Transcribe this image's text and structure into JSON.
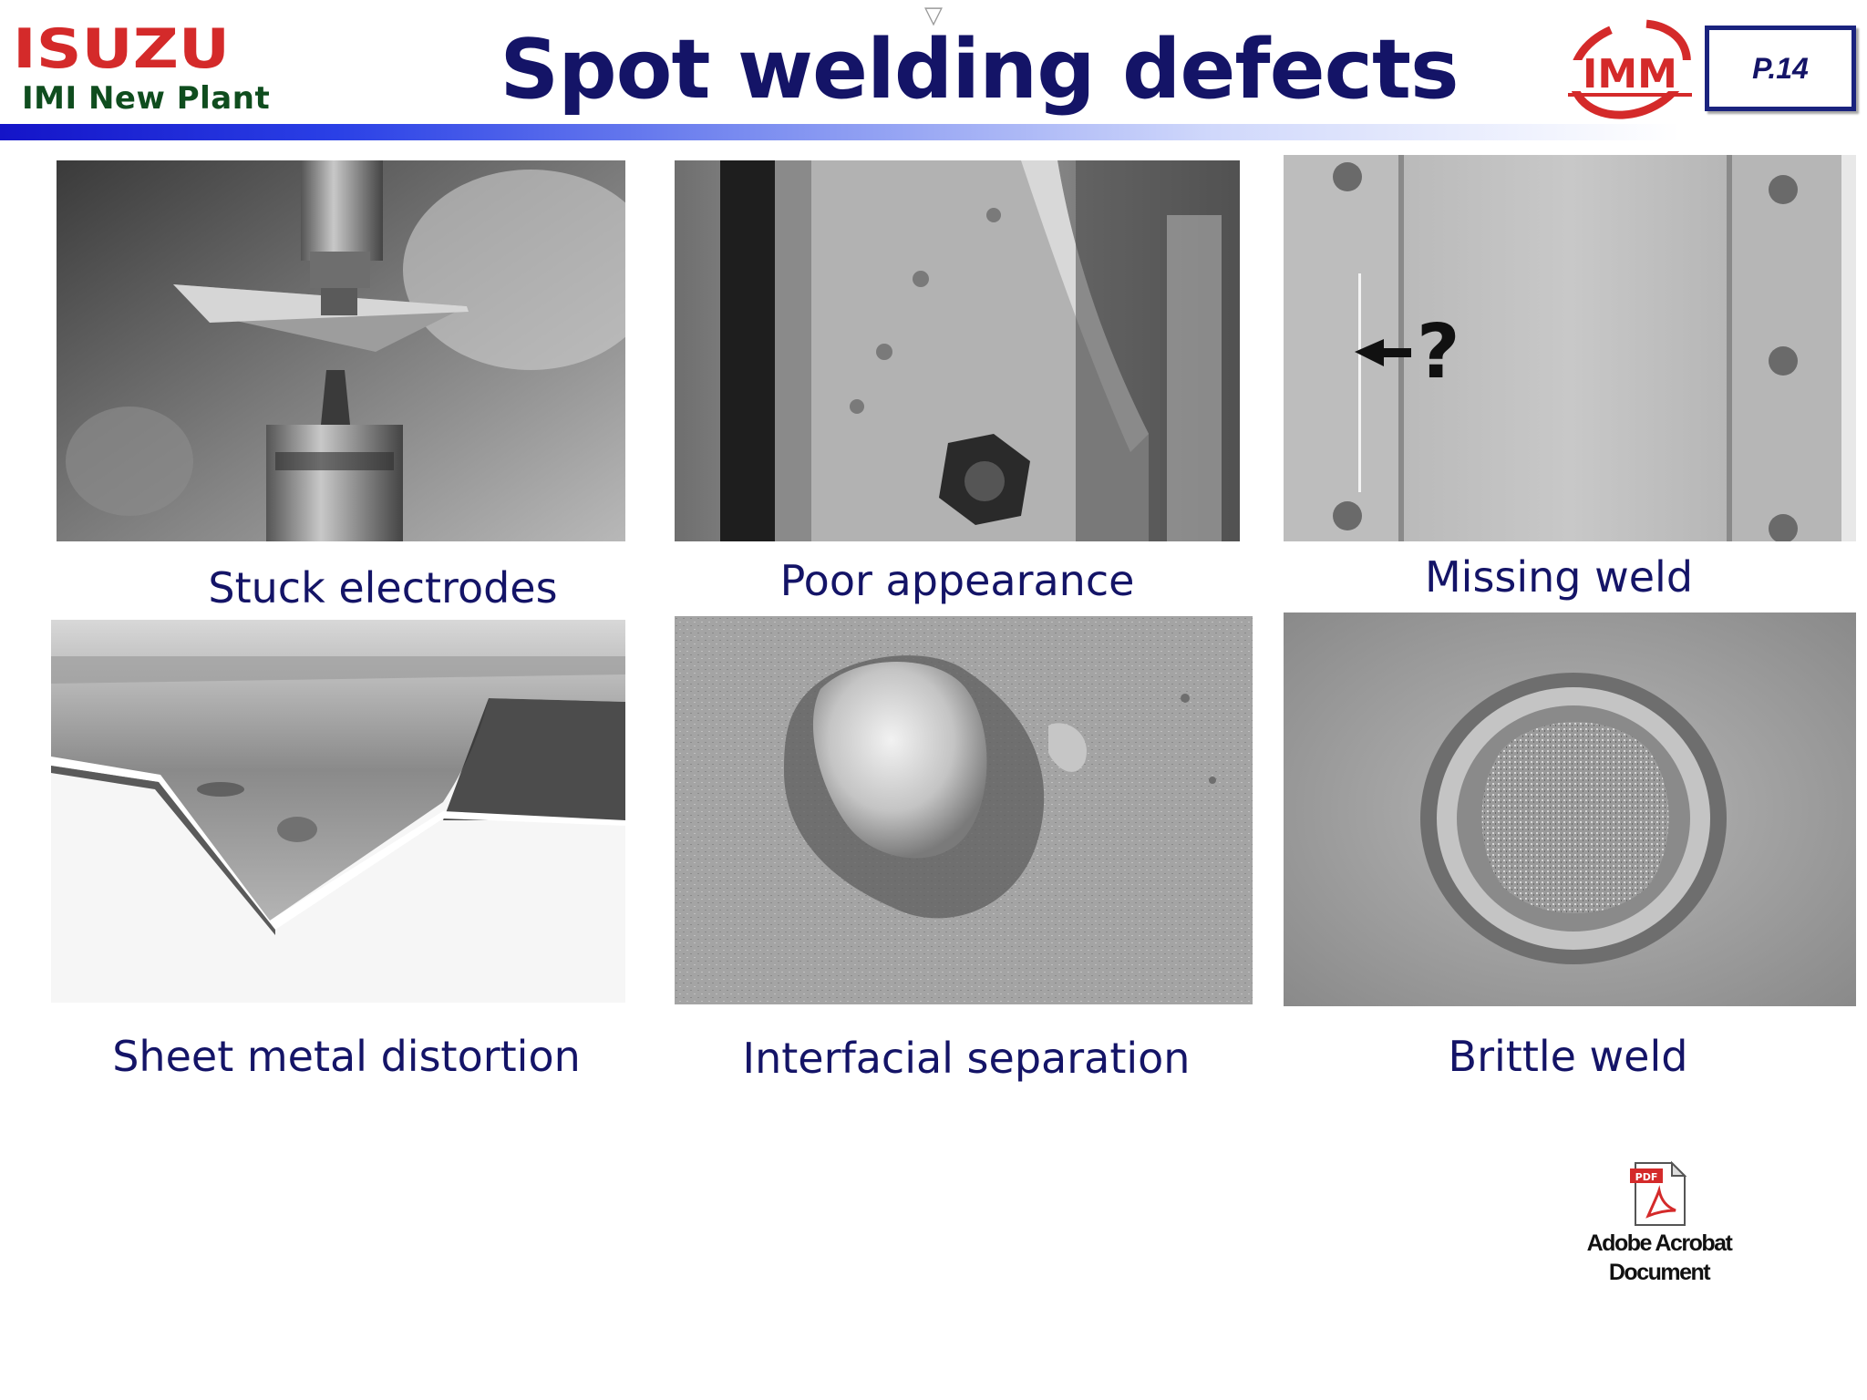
{
  "header": {
    "brand_logo_text": "ISUZU",
    "brand_subtitle": "IMI New Plant",
    "title": "Spot welding defects",
    "partner_logo_text": "IMM",
    "page_number": "P.14",
    "marker_glyph": "▽"
  },
  "colors": {
    "title": "#141467",
    "brand_red": "#d42a2a",
    "brand_green": "#0f4d1e",
    "bar_start": "#1414c8",
    "page_border": "#1a237e"
  },
  "defects": [
    {
      "caption": "Stuck electrodes"
    },
    {
      "caption": "Poor appearance"
    },
    {
      "caption": "Missing weld",
      "annotation": "?"
    },
    {
      "caption": "Sheet metal distortion"
    },
    {
      "caption": "Interfacial separation"
    },
    {
      "caption": "Brittle weld"
    }
  ],
  "attachment": {
    "icon": "pdf-file-icon",
    "badge": "PDF",
    "label_line1": "Adobe Acrobat",
    "label_line2": "Document"
  }
}
